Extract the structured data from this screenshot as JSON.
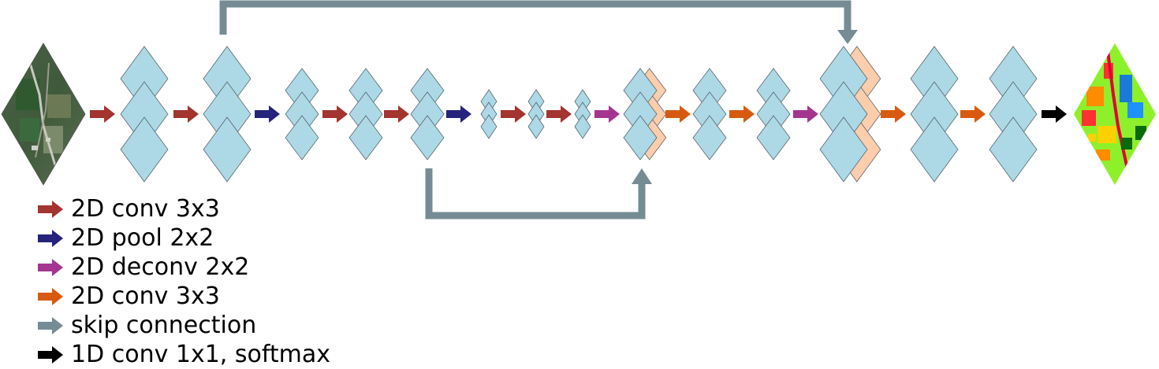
{
  "colors": {
    "conv_down": "#a33430",
    "pool": "#26237d",
    "deconv": "#a4368f",
    "conv_up": "#d85a10",
    "skip": "#758c95",
    "conv1x1": "#000000",
    "feature_map": "#add8e6",
    "concat_map": "#fdcdac"
  },
  "legend": [
    {
      "key": "conv_down",
      "label": "2D conv 3x3",
      "color": "#a33430"
    },
    {
      "key": "pool",
      "label": "2D pool 2x2",
      "color": "#26237d"
    },
    {
      "key": "deconv",
      "label": "2D deconv 2x2",
      "color": "#a4368f"
    },
    {
      "key": "conv_up",
      "label": "2D conv 3x3",
      "color": "#d85a10"
    },
    {
      "key": "skip",
      "label": "skip connection",
      "color": "#758c95"
    },
    {
      "key": "conv1x1",
      "label": "1D conv 1x1, softmax",
      "color": "#000000"
    }
  ],
  "arrow_sequence": [
    "conv_down",
    "conv_down",
    "pool",
    "conv_down",
    "conv_down",
    "pool",
    "conv_down",
    "conv_down",
    "deconv",
    "conv_up",
    "conv_up",
    "deconv",
    "conv_up",
    "conv_up",
    "conv1x1"
  ]
}
